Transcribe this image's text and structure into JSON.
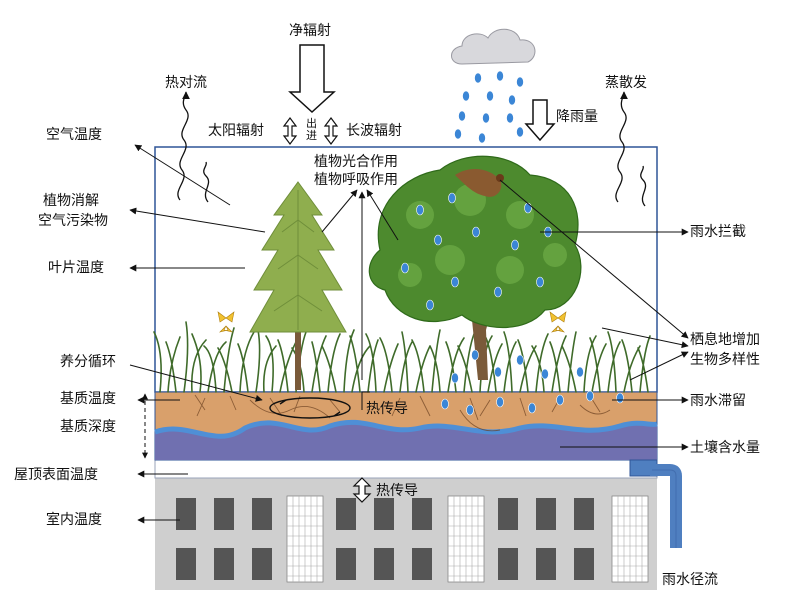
{
  "labels": {
    "net_radiation": "净辐射",
    "heat_convection": "热对流",
    "evaporation": "蒸散发",
    "solar_radiation": "太阳辐射",
    "out_in_out": "出",
    "out_in_in": "进",
    "longwave_radiation": "长波辐射",
    "rainfall": "降雨量",
    "air_temperature": "空气温度",
    "plant_pollutant_line1": "植物消解",
    "plant_pollutant_line2": "空气污染物",
    "leaf_temperature": "叶片温度",
    "photosynthesis": "植物光合作用",
    "respiration": "植物呼吸作用",
    "rain_interception": "雨水拦截",
    "habitat_line1": "栖息地增加",
    "habitat_line2": "生物多样性",
    "nutrient_cycle": "养分循环",
    "substrate_temperature": "基质温度",
    "substrate_depth": "基质深度",
    "heat_conduction_soil": "热传导",
    "rain_retention": "雨水滞留",
    "soil_moisture": "土壤含水量",
    "roof_surface_temperature": "屋顶表面温度",
    "heat_conduction_roof": "热传导",
    "indoor_temperature": "室内温度",
    "rain_runoff": "雨水径流"
  },
  "colors": {
    "sky_border": "#2f5597",
    "soil": "#d9a06b",
    "soil_dark": "#b87a48",
    "water_layer": "#6f6fb0",
    "water_band": "#4f8fd6",
    "drain_pipe": "#4f7fc0",
    "building": "#c8c8c8",
    "window_dark": "#555555",
    "grass": "#3f6b2a",
    "tree_left": "#7a9a3a",
    "tree_right": "#4d8a2e",
    "rain_drop": "#3b86d6"
  },
  "icons": [
    "cloud-icon",
    "bird-icon",
    "butterfly-icon",
    "rain-drop-icon"
  ]
}
